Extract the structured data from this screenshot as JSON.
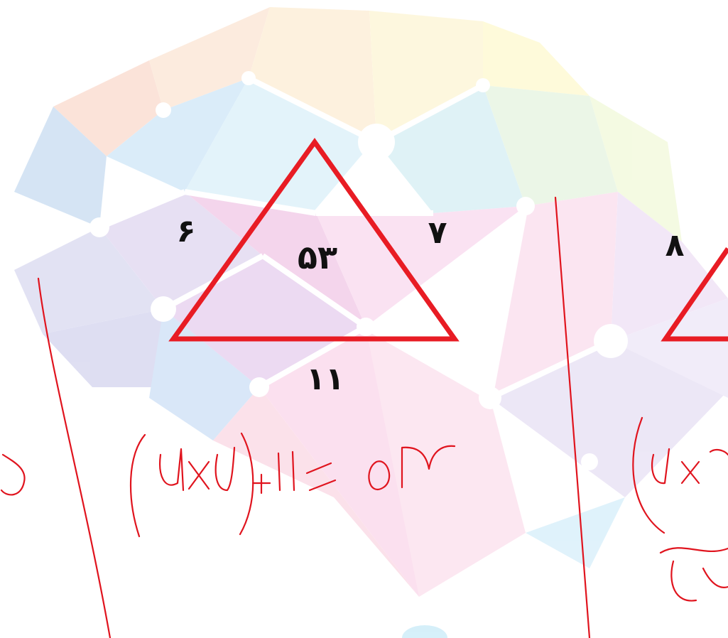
{
  "puzzle": {
    "triangle_1": {
      "left_value": "۶",
      "right_value": "۷",
      "bottom_value": "۱۱",
      "center_value": "۵۳"
    },
    "triangle_2": {
      "left_value": "۸"
    }
  },
  "handwriting": {
    "formula_1": "(۶×۷)+۱۱ = ۵۳",
    "formula_2_partial": "(۸×"
  },
  "colors": {
    "triangle_stroke": "#e81c24",
    "ink": "#e0141e",
    "number_text": "#111111"
  }
}
